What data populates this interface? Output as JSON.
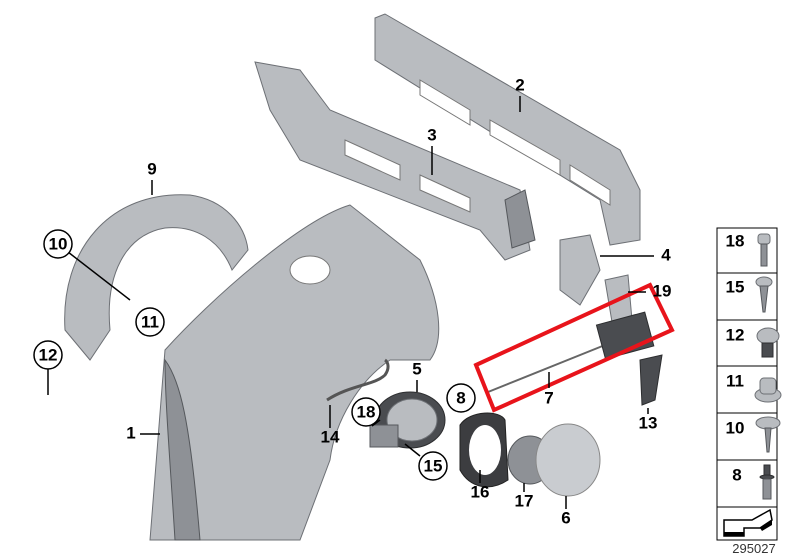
{
  "diagram": {
    "callouts": [
      {
        "id": "2",
        "label": "2",
        "circled": false
      },
      {
        "id": "3",
        "label": "3",
        "circled": false
      },
      {
        "id": "9",
        "label": "9",
        "circled": false
      },
      {
        "id": "10",
        "label": "10",
        "circled": true
      },
      {
        "id": "11",
        "label": "11",
        "circled": true
      },
      {
        "id": "12",
        "label": "12",
        "circled": true
      },
      {
        "id": "4",
        "label": "4",
        "circled": false
      },
      {
        "id": "19",
        "label": "19",
        "circled": false
      },
      {
        "id": "5",
        "label": "5",
        "circled": false
      },
      {
        "id": "8",
        "label": "8",
        "circled": true
      },
      {
        "id": "7",
        "label": "7",
        "circled": false
      },
      {
        "id": "18",
        "label": "18",
        "circled": true
      },
      {
        "id": "1",
        "label": "1",
        "circled": false
      },
      {
        "id": "14",
        "label": "14",
        "circled": false
      },
      {
        "id": "15",
        "label": "15",
        "circled": true
      },
      {
        "id": "13",
        "label": "13",
        "circled": false
      },
      {
        "id": "16",
        "label": "16",
        "circled": false
      },
      {
        "id": "17",
        "label": "17",
        "circled": false
      },
      {
        "id": "6",
        "label": "6",
        "circled": false
      }
    ],
    "fasteners": [
      {
        "label": "18",
        "icon": "torx-bolt-icon"
      },
      {
        "label": "15",
        "icon": "torx-screw-icon"
      },
      {
        "label": "12",
        "icon": "expanding-rivet-icon"
      },
      {
        "label": "11",
        "icon": "flange-nut-icon"
      },
      {
        "label": "10",
        "icon": "washer-screw-icon"
      },
      {
        "label": "8",
        "icon": "clip-stud-icon"
      }
    ],
    "highlight_color": "#e8141b",
    "footer_code": "295027"
  }
}
